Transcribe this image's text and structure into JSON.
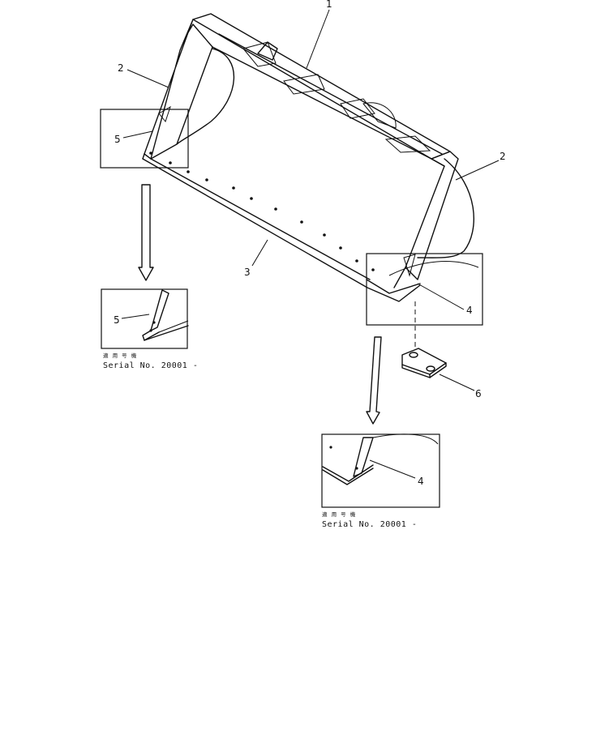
{
  "callouts": {
    "c1": "1",
    "c2_left": "2",
    "c2_right": "2",
    "c3": "3",
    "c4_main": "4",
    "c4_detail": "4",
    "c5_main": "5",
    "c5_detail": "5",
    "c6": "6"
  },
  "detail_left": {
    "note_cjk": "適 用 号 機",
    "serial": "Serial No. 20001 -"
  },
  "detail_right": {
    "note_cjk": "適 用 号 機",
    "serial": "Serial No. 20001 -"
  }
}
